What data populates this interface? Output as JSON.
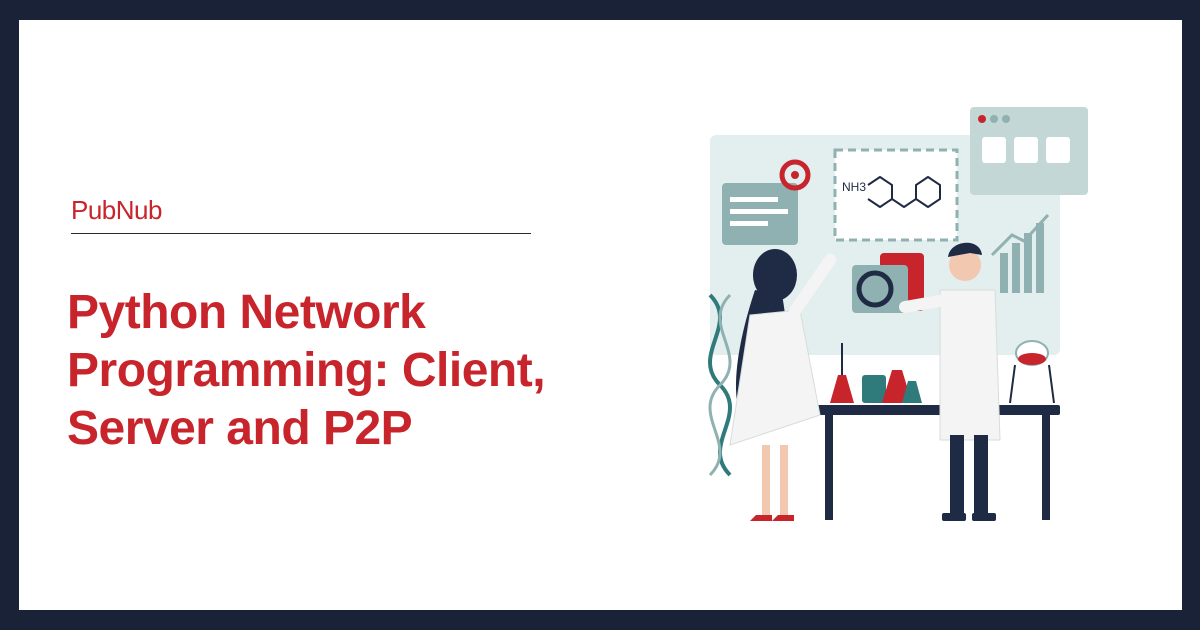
{
  "brand": {
    "name": "PubNub"
  },
  "headline": {
    "lines": [
      "Python Network",
      "Programming: Client,",
      "Server and P2P"
    ]
  },
  "illustration": {
    "molecule_label": "NH3",
    "icon": "scientists-lab-icon"
  },
  "colors": {
    "frame": "#1a2238",
    "accent": "#c8242b",
    "teal_light": "#dbe8e8",
    "teal": "#8fb1b1",
    "navy": "#1f2a44"
  }
}
